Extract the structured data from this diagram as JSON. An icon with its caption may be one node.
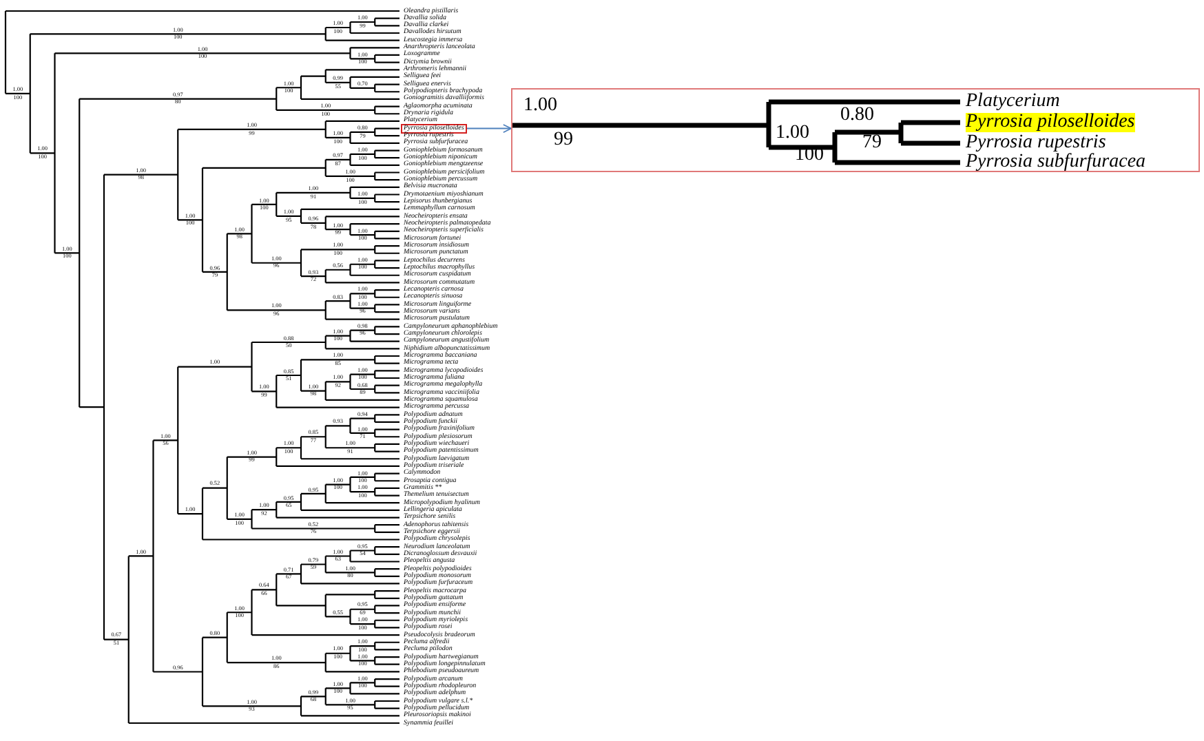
{
  "diagram": {
    "nodes": [
      {
        "text": [
          "Pyrrosia piloselloides"
        ]
      },
      {
        "text": [
          "1.00",
          "99",
          "1.00",
          "100",
          "0.80",
          "79",
          "Platycerium",
          "Pyrrosia piloselloides",
          "Pyrrosia rupestris",
          "Pyrrosia subfurfuracea"
        ]
      }
    ],
    "edges": [
      {
        "from": 0,
        "to": 1,
        "arrow": "to"
      }
    ],
    "labels": [
      "Oleandra pistillaris",
      "Davallia solida",
      "Davallia clarkei",
      "Davallodes hirsutum",
      "Leucostegia immersa",
      "Anarthropteris lanceolata",
      "Loxogramme",
      "Dictymia brownii",
      "Arthromeris lehmannii",
      "Selliguea feei",
      "Selliguea enervis",
      "Polypodiopteris brachypoda",
      "Goniogramitis davalliiformis",
      "Aglaomorpha acuminata",
      "Drynaria rigidula",
      "Platycerium",
      "Pyrrosia rupestris",
      "Pyrrosia subfurfuracea",
      "Goniophlebium formosanum",
      "Goniophlebium niponicum",
      "Goniophlebium mengtzeense",
      "Goniophlebium persicifolium",
      "Goniophlebium percussum",
      "Belvisia mucronata",
      "Drymotaenium miyoshianum",
      "Lepisorus thunbergianus",
      "Lemmaphyllum carnosum",
      "Neocheiropteris ensata",
      "Neocheiropteris palmatopedata",
      "Neocheiropteris superficialis",
      "Microsorum fortunei",
      "Microsorum insidiosum",
      "Microsorum punctatum",
      "Leptochilus decurrens",
      "Leptochilus macrophyllus",
      "Microsorum cuspidatum",
      "Microsorum commutatum",
      "Lecanopteris carnosa",
      "Lecanopteris sinuosa",
      "Microsorum linguiforme",
      "Microsorum varians",
      "Microsorum pustulatum",
      "Campyloneurum aphanophlebium",
      "Campyloneurum chlorolepis",
      "Campyloneurum angustifolium",
      "Niphidium albopunctatissimum",
      "Microgramma baccaniana",
      "Microgramma tecta",
      "Microgramma lycopodioides",
      "Microgramma fuliana",
      "Microgramma megalophylla",
      "Microgramma vacciniifolia",
      "Microgramma squamulosa",
      "Microgramma percussa",
      "Polypodium adnatum",
      "Polypodium funckii",
      "Polypodium fraxinifolium",
      "Polypodium plesiosorum",
      "Polypodium wiechaueri",
      "Polypodium patentissimum",
      "Polypodium laevigatum",
      "Polypodium triseriale",
      "Calymmodon",
      "Prosaptia contigua",
      "Grammitis **",
      "Themelium tenuisectum",
      "Micropolypodium hyalinum",
      "Lellingeria apiculata",
      "Terpsichore senilis",
      "Adenophorus tahitensis",
      "Terpsichore eggersii",
      "Polypodium chrysolepis",
      "Neurodium lanceolatum",
      "Dicranoglossum desvauxii",
      "Pleopeltis angusta",
      "Pleopeltis polypodioides",
      "Polypodium monosorum",
      "Polypodium furfuraceum",
      "Pleopeltis macrocarpa",
      "Polypodium guttatum",
      "Polypodium ensiforme",
      "Polypodium munchii",
      "Polypodium myriolepis",
      "Polypodium rosei",
      "Pseudocolysis bradeorum",
      "Pecluma alfredii",
      "Pecluma ptilodon",
      "Polypodium hartwegianum",
      "Polypodium longepinnulatum",
      "Phlebodium pseudoaureum",
      "Polypodium arcanum",
      "Polypodium rhodopleuron",
      "Polypodium adelphum",
      "Polypodium vulgare s.l.*",
      "Polypodium pellucidum",
      "Pleurosoriopsis makinoi",
      "Synammia feuillei",
      "1.00",
      "100",
      "1.00",
      "100",
      "1.00",
      "100",
      "1.00",
      "99",
      "1.00",
      "100",
      "1.00",
      "100",
      "1.00",
      "100",
      "1.00",
      "100",
      "0.97",
      "80",
      "1.00",
      "100",
      "0.99",
      "55",
      "0.70",
      "1.00",
      "100",
      "1.00",
      "98",
      "1.00",
      "99",
      "1.00",
      "100",
      "0.80",
      "79",
      "1.00",
      "100",
      "0.97",
      "87",
      "1.00",
      "100",
      "1.00",
      "100",
      "0.96",
      "79",
      "1.00",
      "98",
      "1.00",
      "100",
      "1.00",
      "91",
      "1.00",
      "100",
      "1.00",
      "95",
      "0.96",
      "78",
      "1.00",
      "99",
      "1.00",
      "100",
      "1.00",
      "96",
      "1.00",
      "100",
      "0.93",
      "72",
      "0.56",
      "1.00",
      "100",
      "1.00",
      "96",
      "0.83",
      "1.00",
      "100",
      "1.00",
      "96",
      "0.67",
      "51",
      "1.00",
      "1.00",
      "56",
      "1.00",
      "0.88",
      "50",
      "1.00",
      "100",
      "0.98",
      "96",
      "1.00",
      "99",
      "0.85",
      "51",
      "1.00",
      "85",
      "1.00",
      "98",
      "1.00",
      "92",
      "1.00",
      "100",
      "0.68",
      "89",
      "1.00",
      "0.52",
      "1.00",
      "99",
      "1.00",
      "100",
      "0.85",
      "77",
      "0.93",
      "0.94",
      "1.00",
      "71",
      "1.00",
      "91",
      "1.00",
      "100",
      "1.00",
      "92",
      "0.95",
      "65",
      "0.95",
      "1.00",
      "100",
      "1.00",
      "100",
      "1.00",
      "100",
      "0.52",
      "76",
      "0.96",
      "0.80",
      "1.00",
      "100",
      "0.64",
      "66",
      "0.71",
      "67",
      "0.79",
      "59",
      "1.00",
      "63",
      "0.95",
      "54",
      "1.00",
      "80",
      "0.55",
      "0.95",
      "69",
      "1.00",
      "100",
      "1.00",
      "86",
      "1.00",
      "100",
      "1.00",
      "100",
      "1.00",
      "100",
      "1.00",
      "93",
      "0.99",
      "68",
      "1.00",
      "100",
      "1.00",
      "100",
      "1.00",
      "95"
    ]
  }
}
